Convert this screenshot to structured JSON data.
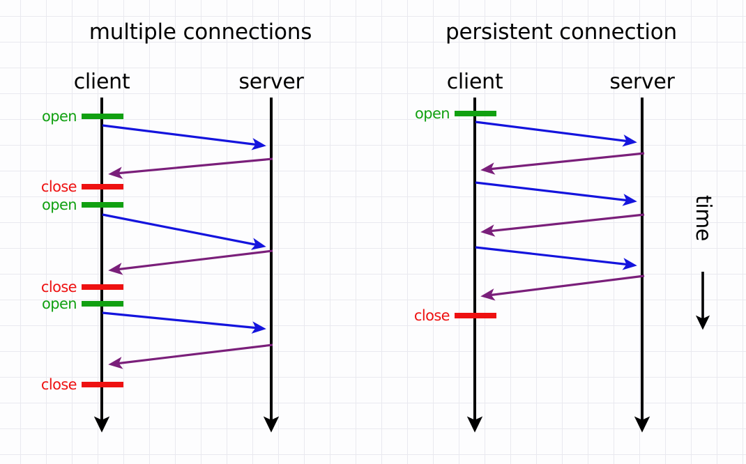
{
  "figure": {
    "background_grid": true,
    "grid_color": "#e9e9ef"
  },
  "colors": {
    "open": "#11a011",
    "close": "#ee1111",
    "request": "#1414dd",
    "response": "#7a1f7a",
    "lifeline": "#000000",
    "text": "#000000"
  },
  "panels": [
    {
      "id": "multiple-connections",
      "title": "multiple connections",
      "actors": [
        {
          "id": "client",
          "label": "client"
        },
        {
          "id": "server",
          "label": "server"
        }
      ],
      "events": [
        {
          "type": "open",
          "label": "open"
        },
        {
          "type": "close",
          "label": "close"
        },
        {
          "type": "open",
          "label": "open"
        },
        {
          "type": "close",
          "label": "close"
        },
        {
          "type": "open",
          "label": "open"
        },
        {
          "type": "close",
          "label": "close"
        }
      ],
      "messages": [
        {
          "direction": "request",
          "from": "client",
          "to": "server"
        },
        {
          "direction": "response",
          "from": "server",
          "to": "client"
        },
        {
          "direction": "request",
          "from": "client",
          "to": "server"
        },
        {
          "direction": "response",
          "from": "server",
          "to": "client"
        },
        {
          "direction": "request",
          "from": "client",
          "to": "server"
        },
        {
          "direction": "response",
          "from": "server",
          "to": "client"
        }
      ]
    },
    {
      "id": "persistent-connection",
      "title": "persistent connection",
      "actors": [
        {
          "id": "client",
          "label": "client"
        },
        {
          "id": "server",
          "label": "server"
        }
      ],
      "events": [
        {
          "type": "open",
          "label": "open"
        },
        {
          "type": "close",
          "label": "close"
        }
      ],
      "messages": [
        {
          "direction": "request",
          "from": "client",
          "to": "server"
        },
        {
          "direction": "response",
          "from": "server",
          "to": "client"
        },
        {
          "direction": "request",
          "from": "client",
          "to": "server"
        },
        {
          "direction": "response",
          "from": "server",
          "to": "client"
        },
        {
          "direction": "request",
          "from": "client",
          "to": "server"
        },
        {
          "direction": "response",
          "from": "server",
          "to": "client"
        }
      ]
    }
  ],
  "axis": {
    "label": "time",
    "direction": "downward"
  }
}
